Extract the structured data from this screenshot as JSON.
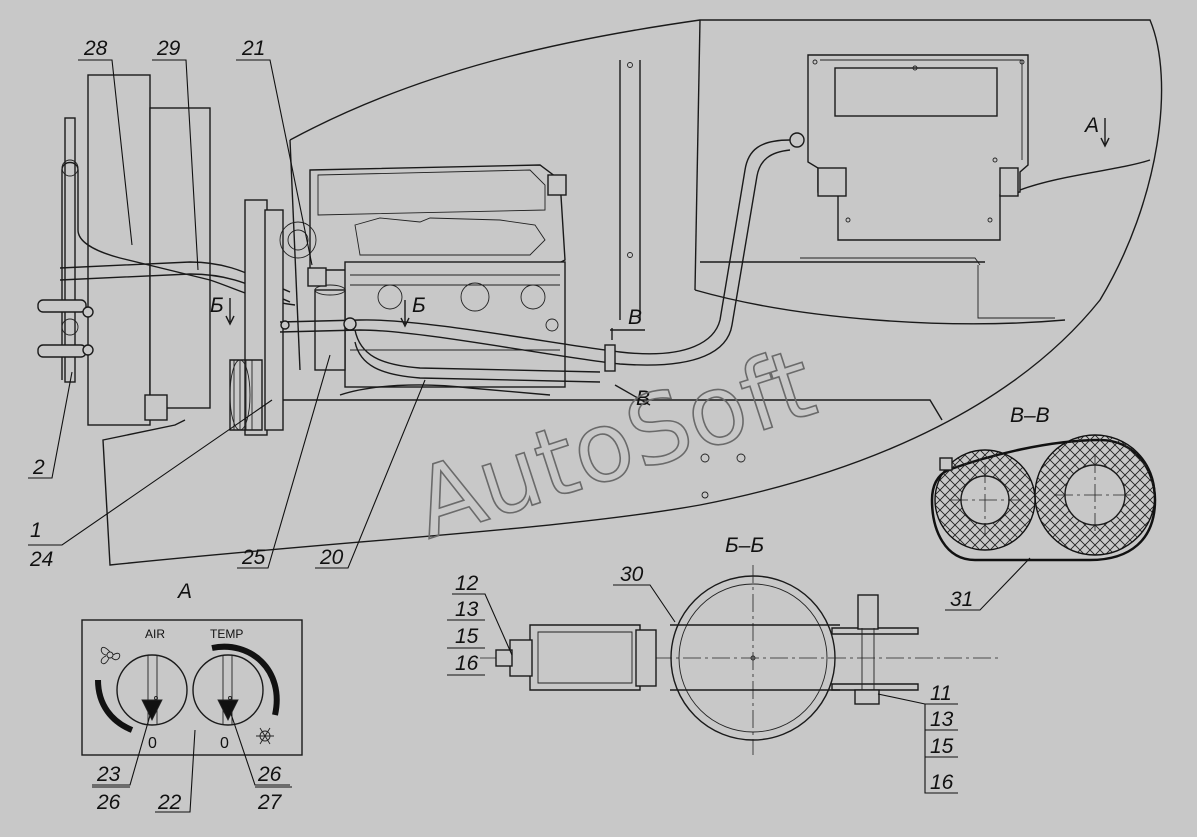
{
  "callouts": {
    "c28": "28",
    "c29": "29",
    "c21": "21",
    "c2": "2",
    "c1": "1",
    "c24": "24",
    "c25": "25",
    "c20": "20",
    "c23": "23",
    "c26a": "26",
    "c22": "22",
    "c26b": "26",
    "c27": "27",
    "c12": "12",
    "c13a": "13",
    "c15a": "15",
    "c16a": "16",
    "c30": "30",
    "c11": "11",
    "c13b": "13",
    "c15b": "15",
    "c16b": "16",
    "c31": "31"
  },
  "section_marks": {
    "b_left": "Б",
    "b_center": "Б",
    "v_upper": "В",
    "v_lower": "В",
    "a_view": "А"
  },
  "view_titles": {
    "view_a": "А",
    "section_bb": "Б–Б",
    "section_vv": "В–В"
  },
  "control_panel": {
    "air_label": "AIR",
    "temp_label": "TEMP",
    "air_zero": "0",
    "temp_zero": "0",
    "fan_icon": "fan-icon",
    "snowflake_icon": "snowflake-icon"
  },
  "watermark": "AutoSoft",
  "colors": {
    "background": "#c8c8c8",
    "ink": "#1a1a1a",
    "watermark": "#6a6a6a"
  }
}
